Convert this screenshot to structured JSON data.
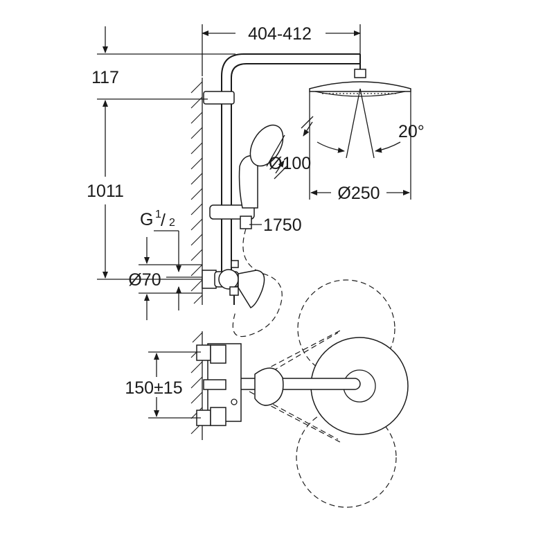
{
  "dimensions": {
    "overall_width": "404-412",
    "top_offset": "117",
    "bar_height": "1011",
    "thread": "G",
    "thread_num": "1",
    "thread_den": "2",
    "escutcheon": "Ø70",
    "hand_shower_dia": "Ø100",
    "head_shower_dia": "Ø250",
    "hose_length": "1750",
    "tilt_angle": "20°",
    "centers": "150±15"
  }
}
